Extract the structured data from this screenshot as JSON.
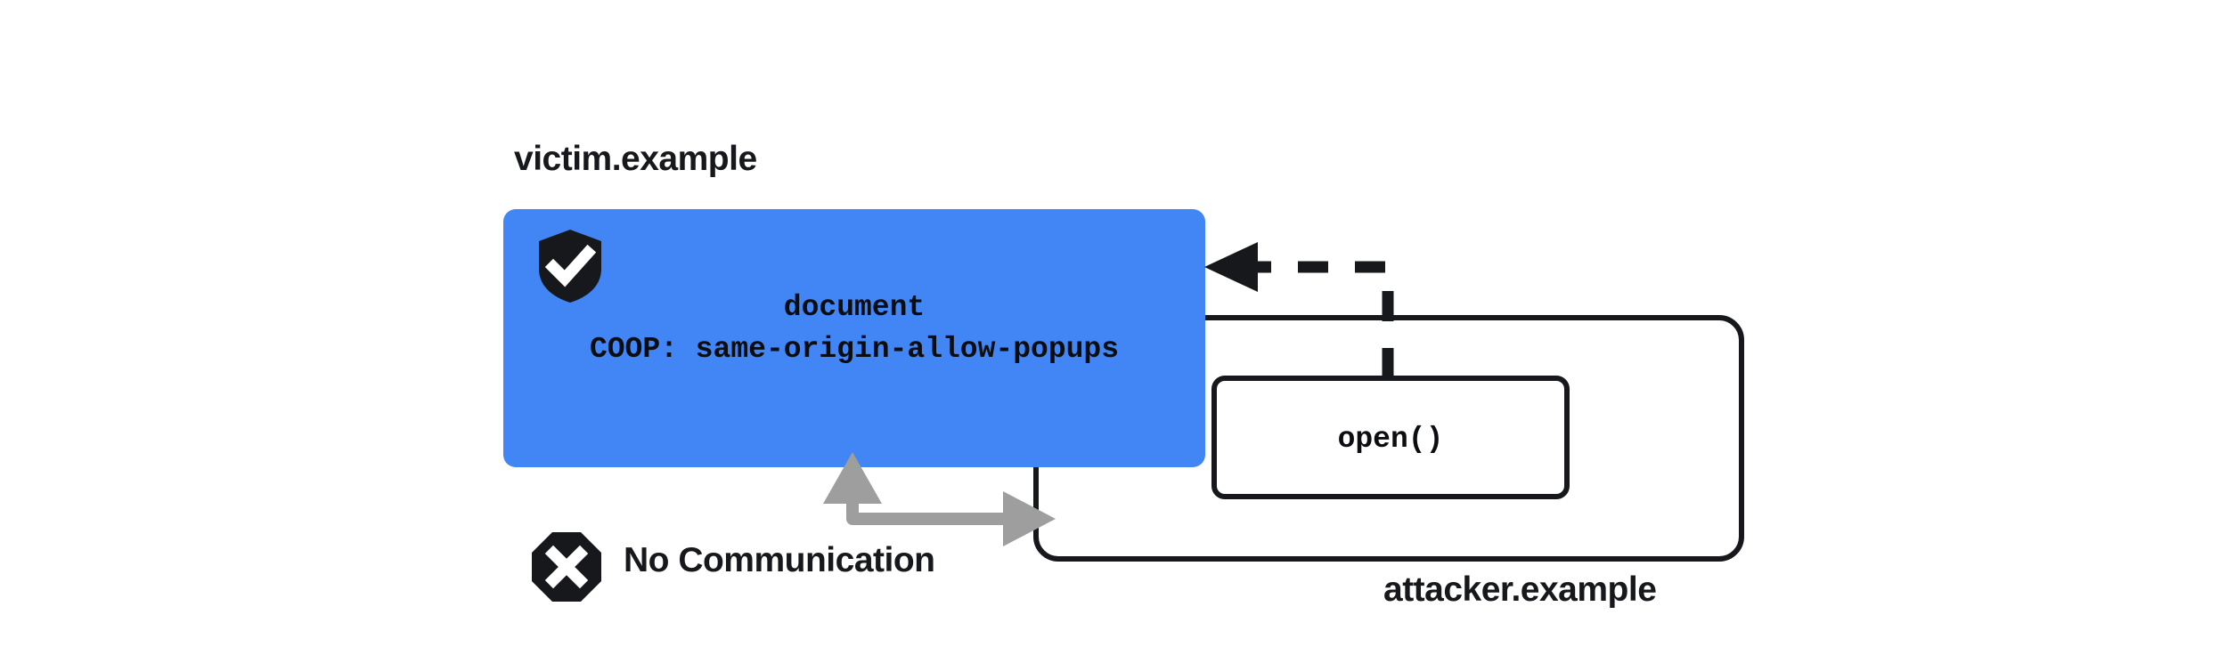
{
  "diagram": {
    "title_not_rendered": "",
    "origins": {
      "victim": {
        "label": "victim.example",
        "box_color": "#4285F4",
        "icon": "shield-check-icon",
        "lines": [
          "document",
          "COOP: same-origin-allow-popups"
        ]
      },
      "attacker": {
        "label": "attacker.example",
        "border_color": "#16181c",
        "popup_call": "open()"
      }
    },
    "annotations": {
      "no_communication": {
        "label": "No Communication",
        "icon": "octagon-x-icon",
        "arrow_color": "#9e9e9e"
      },
      "open_arrow": {
        "style": "dashed",
        "color": "#16181c",
        "direction": "attacker-to-victim"
      }
    }
  }
}
